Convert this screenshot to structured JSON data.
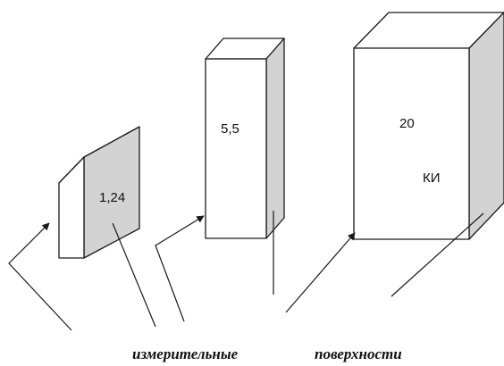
{
  "blocks": [
    {
      "id": "small",
      "value": "1,24"
    },
    {
      "id": "medium",
      "value": "5,5"
    },
    {
      "id": "large",
      "value": "20",
      "extra_label": "КИ"
    }
  ],
  "caption": {
    "word1": "измерительные",
    "word2": "поверхности"
  },
  "colors": {
    "outline": "#1a1a1a",
    "side_shade": "#d3d3d3",
    "front": "#ffffff"
  }
}
